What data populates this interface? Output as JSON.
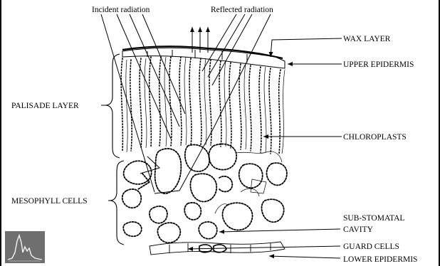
{
  "labels": {
    "incident": "Incident radiation",
    "reflected": "Reflected radiation",
    "wax_layer": "WAX LAYER",
    "upper_epidermis": "UPPER EPIDERMIS",
    "palisade_layer": "PALISADE LAYER",
    "chloroplasts": "CHLOROPLASTS",
    "mesophyll_cells": "MESOPHYLL CELLS",
    "sub_stomatal_line1": "SUB-STOMATAL",
    "sub_stomatal_line2": "CAVITY",
    "guard_cells": "GUARD CELLS",
    "lower_epidermis": "LOWER EPIDERMIS"
  },
  "colors": {
    "ink": "#000000",
    "background": "#ffffff",
    "logo_bg": "#6f6f6f",
    "logo_line": "#f2f2f2"
  },
  "icons": {
    "corner_logo": "spectral-curve-logo"
  }
}
